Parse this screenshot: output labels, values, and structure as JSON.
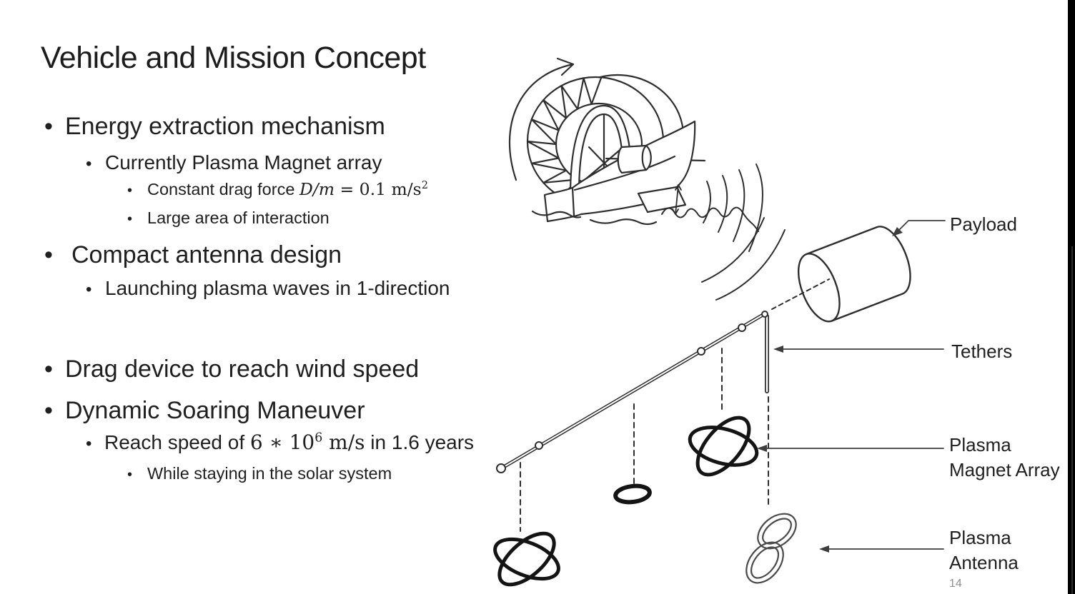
{
  "slide": {
    "title": "Vehicle and Mission Concept",
    "bullet_glyph": "•",
    "bullets": [
      {
        "level": 1,
        "text": "Energy extraction mechanism"
      },
      {
        "level": 2,
        "text": "Currently Plasma Magnet array"
      },
      {
        "level": 3,
        "parts": {
          "pre": "Constant drag force ",
          "math": "D/m",
          "mid": " = 0.1 m/s",
          "sup": "2"
        }
      },
      {
        "level": 3,
        "text": "Large area of interaction"
      },
      {
        "level": 1,
        "text": "Compact antenna design"
      },
      {
        "level": 2,
        "text": "Launching plasma waves in 1-direction"
      },
      {
        "level": 1,
        "text": "Drag device to reach wind speed"
      },
      {
        "level": 1,
        "text": "Dynamic Soaring Maneuver"
      },
      {
        "level": 2,
        "parts": {
          "pre": "Reach speed of ",
          "math_num": "6 ∗ 10",
          "sup": "6",
          "math_unit": " m/s",
          "post": " in 1.6 years"
        }
      },
      {
        "level": 3,
        "text": "While staying in the solar system"
      }
    ],
    "diagram": {
      "labels": {
        "payload": "Payload",
        "tethers": "Tethers",
        "plasma_magnet_line1": "Plasma",
        "plasma_magnet_line2": "Magnet Array",
        "plasma_antenna_line1": "Plasma",
        "plasma_antenna_line2": "Antenna"
      }
    },
    "page_number": "14",
    "colors": {
      "ink": "#2e2e2e",
      "text": "#1f1f1f",
      "leader": "#3d3d3d",
      "knot_dark": "#141414",
      "knot_light": "#4a4a4a",
      "page_number": "#8f8f8f",
      "sidebar": "#000000",
      "background": "#ffffff"
    }
  }
}
